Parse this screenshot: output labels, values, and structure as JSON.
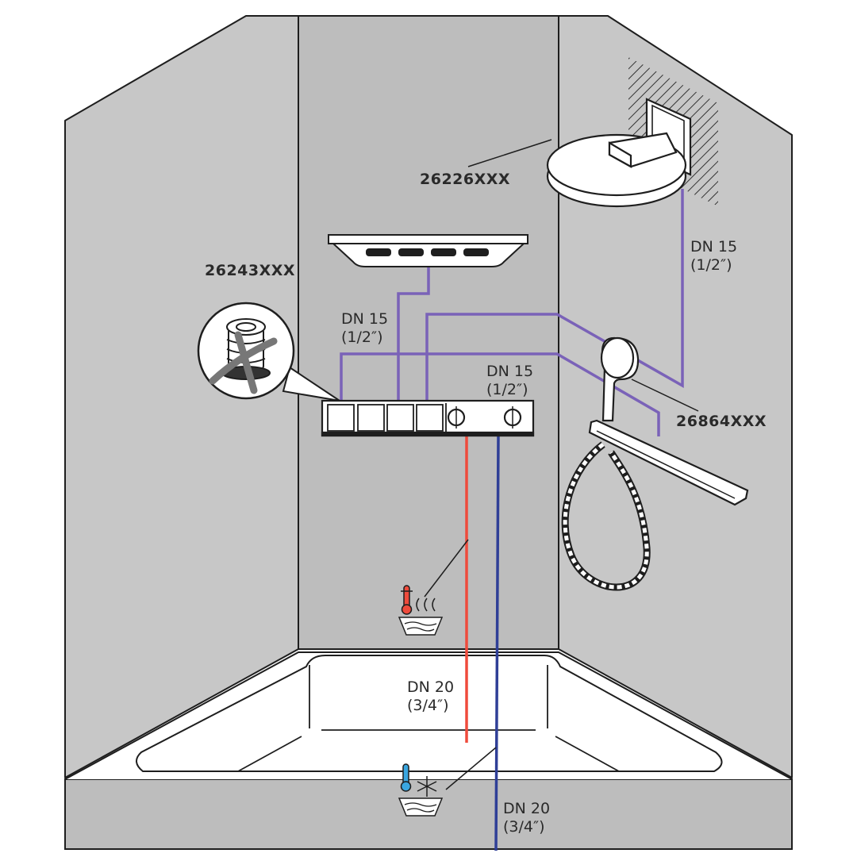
{
  "colors": {
    "wall_side": "#c7c7c7",
    "wall_center": "#bdbdbd",
    "outline": "#1e1e1e",
    "pipe_purple": "#7a62b8",
    "pipe_hot": "#ef4b3c",
    "pipe_cold": "#2f3f97",
    "white": "#ffffff"
  },
  "parts": {
    "overhead_shower": "26226XXX",
    "side_shower": "26243XXX",
    "hand_shower": "26864XXX"
  },
  "pipes": {
    "overhead": {
      "dn": "DN 15",
      "inch": "(1/2″)"
    },
    "side": {
      "dn": "DN 15",
      "inch": "(1/2″)"
    },
    "hand": {
      "dn": "DN 15",
      "inch": "(1/2″)"
    },
    "hot_supply": {
      "dn": "DN 20",
      "inch": "(3/4″)"
    },
    "cold_supply": {
      "dn": "DN 20",
      "inch": "(3/4″)"
    }
  },
  "icons": {
    "hot_water": "hot-water-icon",
    "cold_water": "cold-water-icon",
    "no_sealant": "no-sealant-detail-icon"
  }
}
